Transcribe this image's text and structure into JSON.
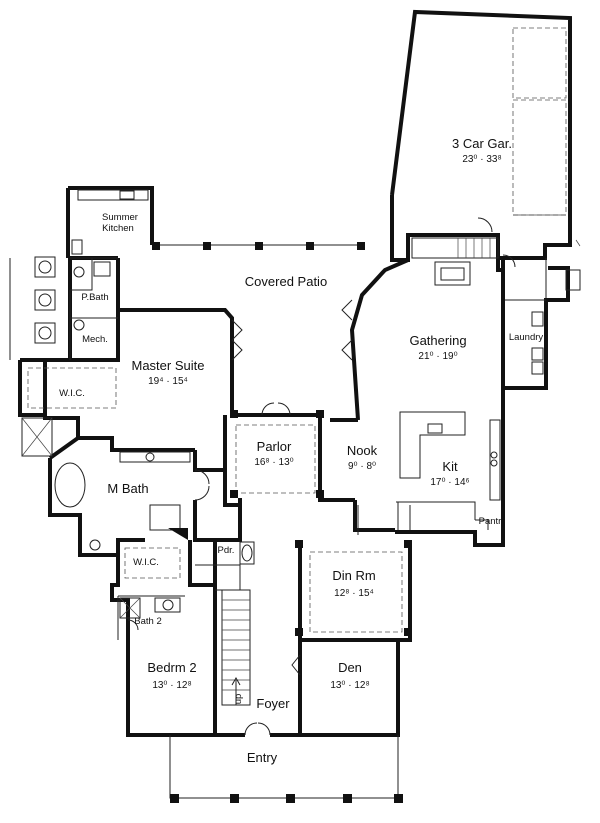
{
  "rooms": {
    "garage": {
      "name": "3 Car Gar.",
      "dims": "23⁰ · 33⁸"
    },
    "summer_kitchen": {
      "name_line1": "Summer",
      "name_line2": "Kitchen"
    },
    "covered_patio": {
      "name": "Covered Patio"
    },
    "p_bath": {
      "name": "P.Bath"
    },
    "mech": {
      "name": "Mech."
    },
    "master_suite": {
      "name": "Master Suite",
      "dims": "19⁴ · 15⁴"
    },
    "gathering": {
      "name": "Gathering",
      "dims": "21⁰ · 19⁰"
    },
    "laundry": {
      "name": "Laundry"
    },
    "wic_upper": {
      "name": "W.I.C."
    },
    "parlor": {
      "name": "Parlor",
      "dims": "16⁸ · 13⁰"
    },
    "nook": {
      "name": "Nook",
      "dims": "9⁰ · 8⁰"
    },
    "kit": {
      "name": "Kit",
      "dims": "17⁰ · 14⁶"
    },
    "m_bath": {
      "name": "M Bath"
    },
    "pantry": {
      "name": "Pantr"
    },
    "pdr": {
      "name": "Pdr."
    },
    "wic_lower": {
      "name": "W.I.C."
    },
    "din_rm": {
      "name": "Din Rm",
      "dims": "12⁸ · 15⁴"
    },
    "bath2": {
      "name": "Bath 2"
    },
    "bedrm2": {
      "name": "Bedrm 2",
      "dims": "13⁰ · 12⁸"
    },
    "den": {
      "name": "Den",
      "dims": "13⁰ · 12⁸"
    },
    "foyer": {
      "name": "Foyer"
    },
    "up": {
      "label": "up"
    },
    "entry": {
      "name": "Entry"
    }
  }
}
